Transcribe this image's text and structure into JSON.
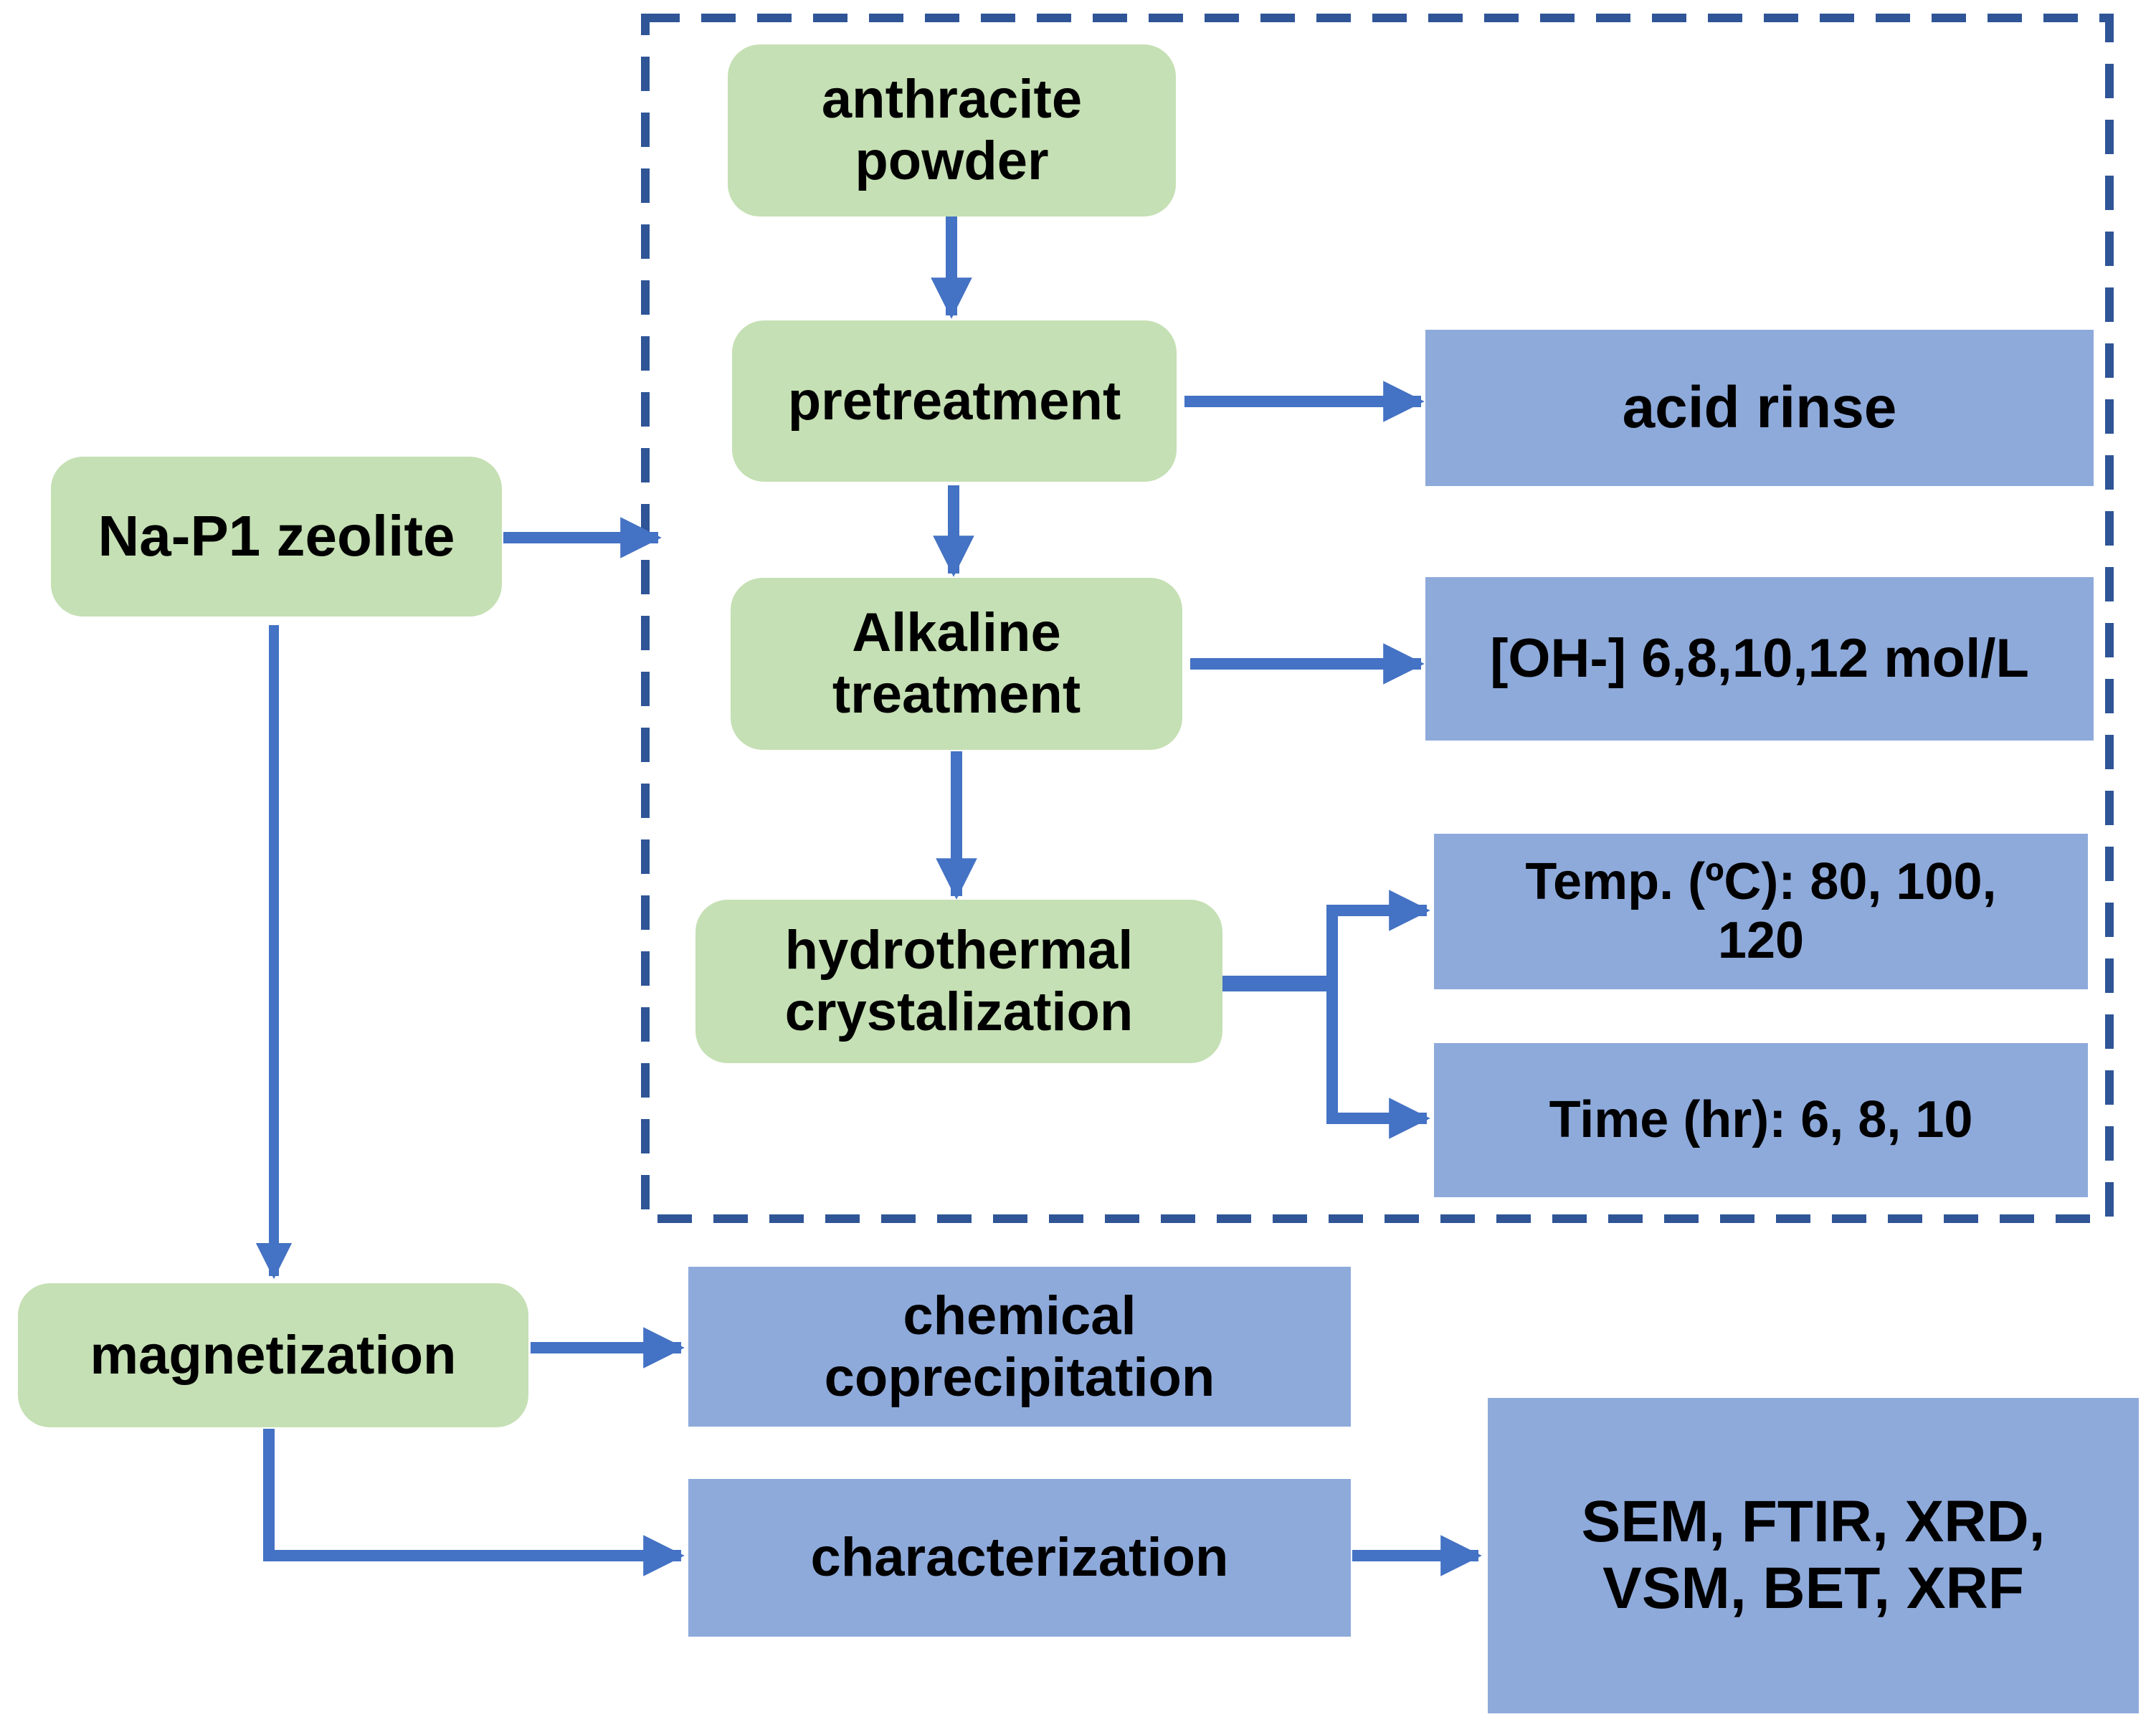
{
  "nodes": {
    "anthracite": {
      "label": "anthracite\npowder"
    },
    "pretreatment": {
      "label": "pretreatment"
    },
    "acid_rinse": {
      "label": "acid rinse"
    },
    "alkaline": {
      "label": "Alkaline\ntreatment"
    },
    "oh_concentration": {
      "label": "[OH-] 6,8,10,12 mol/L"
    },
    "hydrothermal": {
      "label": "hydrothermal\ncrystalization"
    },
    "temperature": {
      "label": "Temp. (ºC): 80, 100,\n120"
    },
    "time": {
      "label": "Time (hr): 6, 8, 10"
    },
    "na_p1_zeolite": {
      "label": "Na-P1 zeolite"
    },
    "magnetization": {
      "label": "magnetization"
    },
    "chemical": {
      "label": "chemical\ncoprecipitation"
    },
    "characterization": {
      "label": "characterization"
    },
    "instruments": {
      "label": "SEM, FTIR, XRD,\nVSM, BET, XRF"
    }
  },
  "colors": {
    "green_fill": "#c5e0b4",
    "blue_fill": "#8eaadb",
    "arrow": "#4472c4",
    "dashed_border": "#2f5597",
    "text": "#000000"
  }
}
